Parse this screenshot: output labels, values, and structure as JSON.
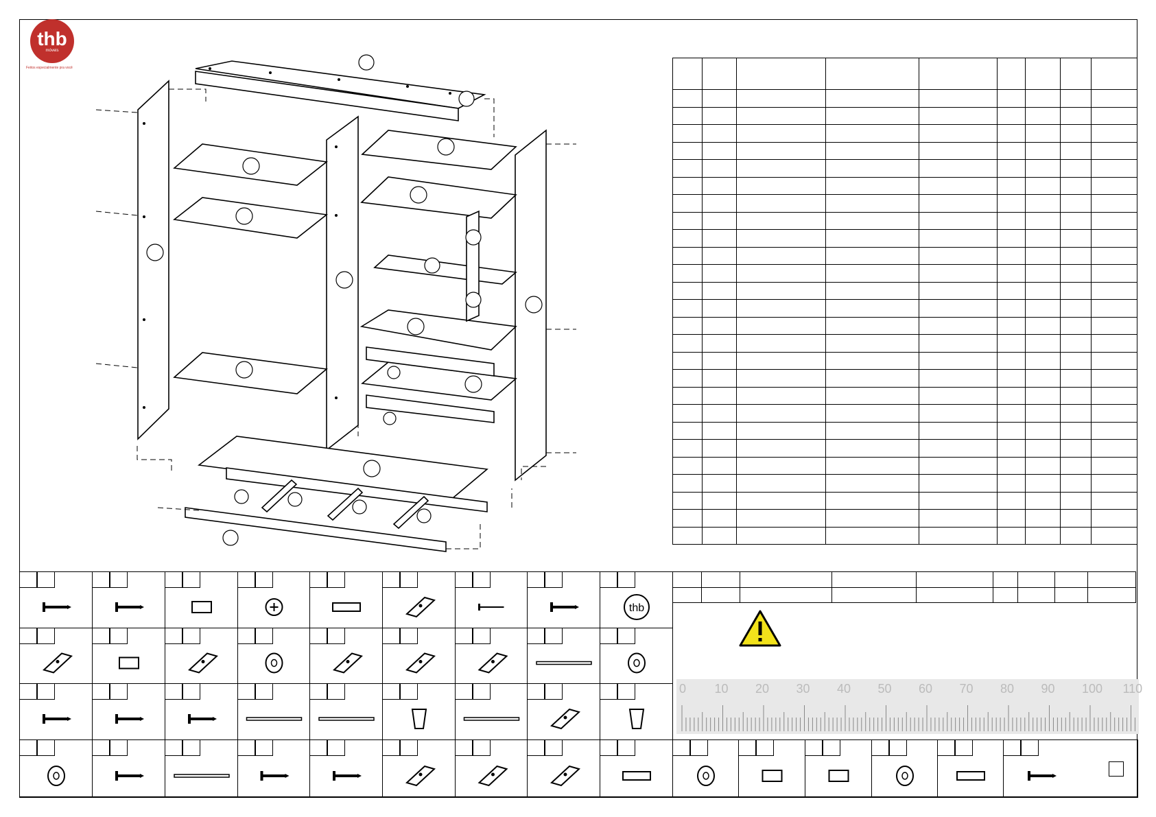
{
  "brand": {
    "name": "thb",
    "subname": "móveis",
    "tagline": "Feitos especialmente pra você",
    "color": "#c0302c"
  },
  "hardware_last_row_extra_glyph": "⊏⊐",
  "warning_icon": "warning-triangle-icon",
  "warning_color": "#f2e21b",
  "ruler": {
    "labels": [
      "0",
      "10",
      "20",
      "30",
      "40",
      "50",
      "60",
      "70",
      "80",
      "90",
      "100",
      "110"
    ]
  },
  "callouts": [
    "",
    "",
    "",
    "",
    "",
    "",
    "",
    "",
    "",
    "",
    "",
    "",
    "",
    "",
    "",
    "",
    "",
    "",
    "",
    "",
    "",
    ""
  ],
  "hardware_icons": [
    "screw-short-icon",
    "anchor-screw-icon",
    "cam-bolt-icon",
    "cam-lock-icon",
    "dowel-icon",
    "angle-bracket-icon",
    "nail-icon",
    "wood-screw-icon",
    "thb-label-icon",
    "hinge-plate-icon",
    "long-bolt-icon",
    "hinge-left-icon",
    "washer-icon",
    "hinge-right-icon",
    "clip-icon",
    "bracket-clip-icon",
    "rod-holder-icon",
    "bushing-icon",
    "small-screw-icon",
    "flange-screw-icon",
    "pan-screw-icon",
    "long-rod-icon",
    "short-rod-icon",
    "foot-icon",
    "rail-icon",
    "connector-icon",
    "wedge-icon",
    "round-cap-icon",
    "long-flange-screw-icon",
    "slide-rail-icon",
    "flat-screw-icon",
    "tiny-screw-icon",
    "perforated-bracket-icon",
    "mount-plate-left-icon",
    "mount-plate-right-icon",
    "threaded-insert-icon",
    "disc-icon",
    "slide-assembly-icon",
    "pin-set-icon",
    "oval-cap-icon",
    "sleeve-icon",
    "small-screw-peg-icon"
  ]
}
